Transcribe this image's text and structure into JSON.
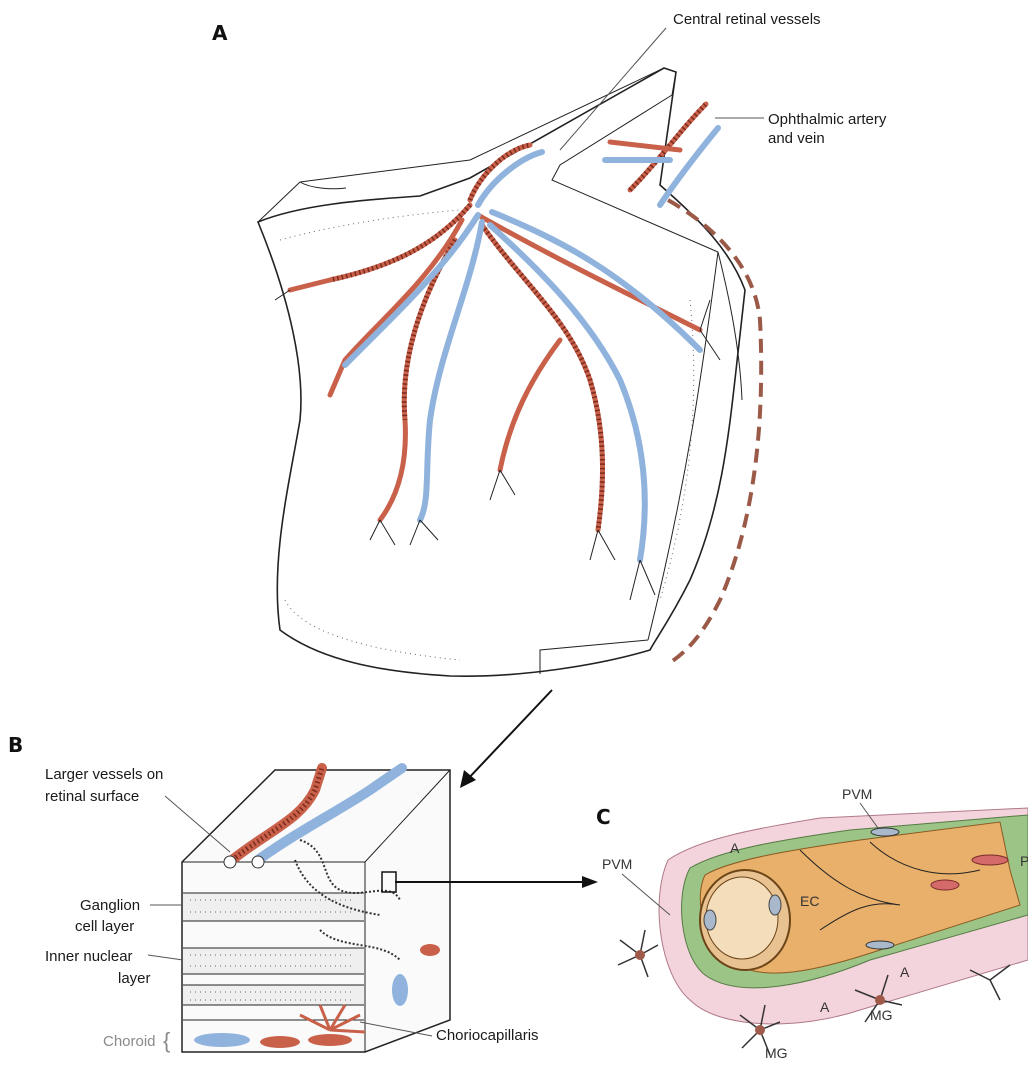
{
  "panels": {
    "a": {
      "letter": "A"
    },
    "b": {
      "letter": "B"
    },
    "c": {
      "letter": "C"
    }
  },
  "labels": {
    "central_retinal_vessels": "Central retinal vessels",
    "ophthalmic_line1": "Ophthalmic artery",
    "ophthalmic_line2": "and vein",
    "larger_vessels_line1": "Larger vessels on",
    "larger_vessels_line2": "retinal surface",
    "ganglion_line1": "Ganglion",
    "ganglion_line2": "cell layer",
    "inner_nuclear_line1": "Inner nuclear",
    "inner_nuclear_line2": "layer",
    "choroid": "Choroid",
    "choriocapillaris": "Choriocapillaris",
    "pvm_top": "PVM",
    "pvm_left": "PVM",
    "ec": "EC",
    "a1": "A",
    "a2": "A",
    "a3": "A",
    "mg1": "MG",
    "mg2": "MG",
    "p_edge": "P"
  },
  "colors": {
    "artery": "#c9614a",
    "vein": "#8fb3dd",
    "endothelium": "#e8b06a",
    "basement": "#9cc487",
    "astrocyte": "#f3d3dc"
  }
}
